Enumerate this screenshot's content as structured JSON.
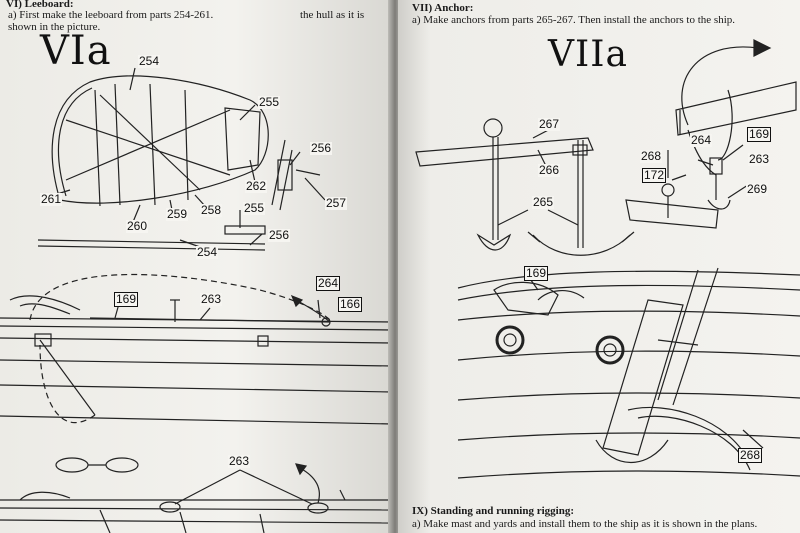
{
  "left_page": {
    "section_heading": "VI) Leeboard:",
    "instruction_line1": "a) First make the leeboard from parts 254-261.",
    "instruction_line1_end": "the hull as it is",
    "instruction_line2": "shown in the picture.",
    "figure_title": "VIa",
    "labels": [
      "254",
      "255",
      "256",
      "262",
      "257",
      "261",
      "260",
      "259",
      "258",
      "255",
      "254",
      "256",
      "169",
      "263",
      "264",
      "166",
      "263"
    ]
  },
  "right_page": {
    "section_heading": "VII) Anchor:",
    "instruction": "a) Make anchors from parts 265-267. Then install the anchors to the ship.",
    "figure_title": "VIIa",
    "labels": [
      "267",
      "266",
      "265",
      "268",
      "172",
      "264",
      "169",
      "263",
      "269",
      "169",
      "268"
    ],
    "footer_heading": "IX) Standing and running rigging:",
    "footer_instruction": "a) Make mast and yards and install them to the ship as it is shown in the plans."
  }
}
